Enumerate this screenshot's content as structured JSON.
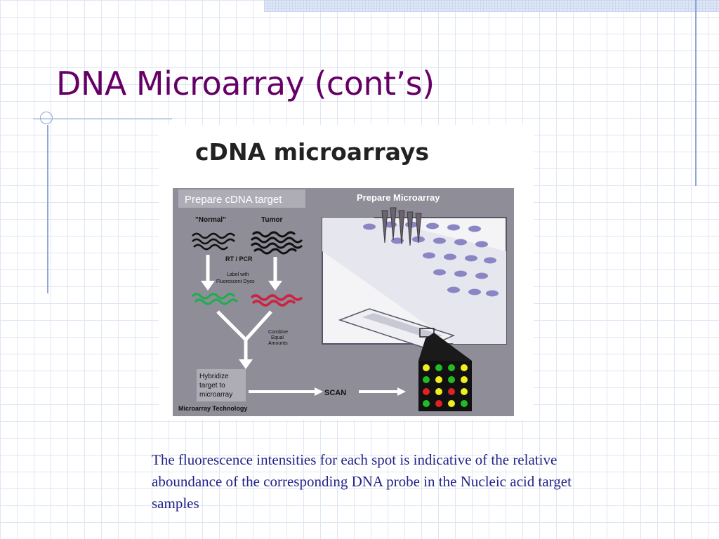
{
  "slide": {
    "title": "DNA Microarray (cont’s)",
    "caption": "The fluorescence intensities for each spot is indicative of the relative aboundance of the corresponding DNA probe in the Nucleic acid target samples"
  },
  "figure": {
    "heading": "cDNA microarrays",
    "left_panel_label": "Prepare cDNA target",
    "right_panel_label": "Prepare Microarray",
    "normal_label": "\"Normal\"",
    "tumor_label": "Tumor",
    "rt_pcr_label": "RT / PCR",
    "label_with": "Label with",
    "fluorescent_dyes": "Fluorescent Dyes",
    "combine_1": "Combine",
    "combine_2": "Equal",
    "combine_3": "Amounts",
    "hybridize_1": "Hybridize",
    "hybridize_2": "target to",
    "hybridize_3": "microarray",
    "scan_label": "SCAN",
    "footer_label": "Microarray Technology",
    "colors": {
      "panel_bg": "#8e8d98",
      "normal_dye": "#19b04a",
      "tumor_dye": "#cc2244",
      "plate_well": "#8a86c4",
      "spot_green": "#22bb22",
      "spot_yellow": "#eeee22",
      "spot_red": "#dd2222"
    },
    "spot_grid": [
      [
        "yellow",
        "green",
        "green",
        "yellow"
      ],
      [
        "green",
        "yellow",
        "green",
        "yellow"
      ],
      [
        "red",
        "yellow",
        "red",
        "yellow"
      ],
      [
        "green",
        "red",
        "yellow",
        "green"
      ]
    ]
  }
}
